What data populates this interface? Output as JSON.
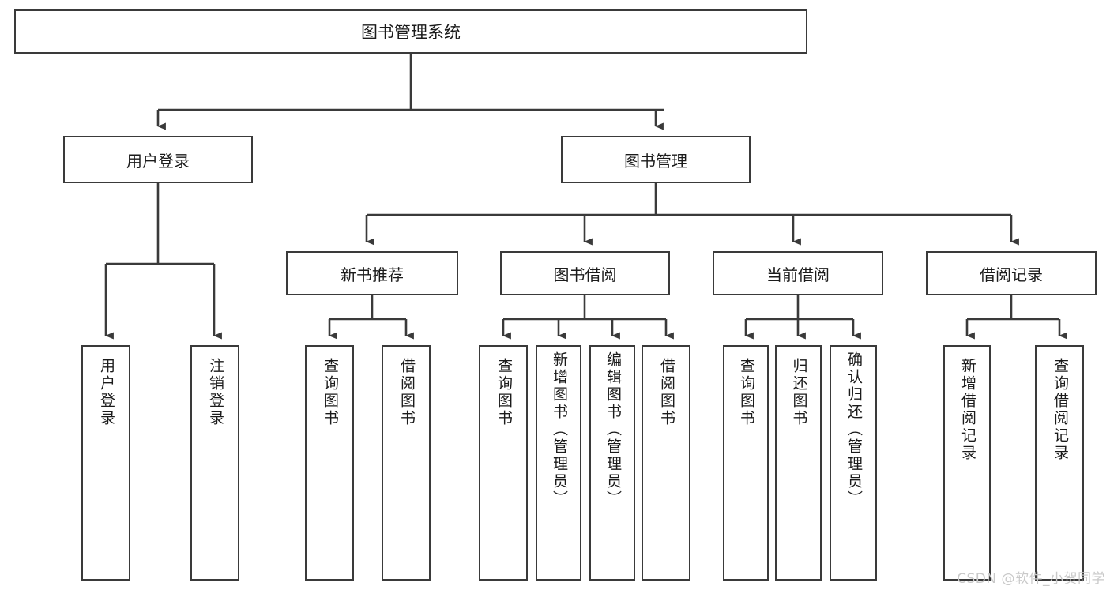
{
  "diagram": {
    "type": "tree",
    "title": "图书管理系统",
    "orientation": "top-down",
    "style": {
      "background": "#ffffff",
      "box_fill": "#ffffff",
      "box_border": "#3a3a3a",
      "text_color": "#1b1b1b",
      "connector_color": "#3a3a3a",
      "watermark_color": "#c9c9c9"
    }
  },
  "watermark": {
    "text": "CSDN @软件_小贺同学"
  },
  "nodes": {
    "root": {
      "label": "图书管理系统"
    },
    "level2": [
      {
        "id": "user-login",
        "label": "用户登录"
      },
      {
        "id": "book-manage",
        "label": "图书管理"
      }
    ],
    "level3": [
      {
        "id": "new-book-recommend",
        "label": "新书推荐"
      },
      {
        "id": "book-borrow",
        "label": "图书借阅"
      },
      {
        "id": "current-borrow",
        "label": "当前借阅"
      },
      {
        "id": "borrow-record",
        "label": "借阅记录"
      }
    ],
    "leaves": [
      {
        "id": "leaf-user-login",
        "label": "用户登录",
        "parent": "user-login"
      },
      {
        "id": "leaf-user-logout",
        "label": "注销登录",
        "parent": "user-login"
      },
      {
        "id": "leaf-query-book-1",
        "label": "查询图书",
        "parent": "new-book-recommend"
      },
      {
        "id": "leaf-borrow-book-1",
        "label": "借阅图书",
        "parent": "new-book-recommend"
      },
      {
        "id": "leaf-query-book-2",
        "label": "查询图书",
        "parent": "book-borrow"
      },
      {
        "id": "leaf-add-book",
        "label": "新增图书（管理员）",
        "parent": "book-borrow"
      },
      {
        "id": "leaf-edit-book",
        "label": "编辑图书（管理员）",
        "parent": "book-borrow"
      },
      {
        "id": "leaf-borrow-book-2",
        "label": "借阅图书",
        "parent": "book-borrow"
      },
      {
        "id": "leaf-query-book-3",
        "label": "查询图书",
        "parent": "current-borrow"
      },
      {
        "id": "leaf-return-book",
        "label": "归还图书",
        "parent": "current-borrow"
      },
      {
        "id": "leaf-confirm-return",
        "label": "确认归还（管理员）",
        "parent": "current-borrow"
      },
      {
        "id": "leaf-add-record",
        "label": "新增借阅记录",
        "parent": "borrow-record"
      },
      {
        "id": "leaf-query-record",
        "label": "查询借阅记录",
        "parent": "borrow-record"
      }
    ]
  }
}
